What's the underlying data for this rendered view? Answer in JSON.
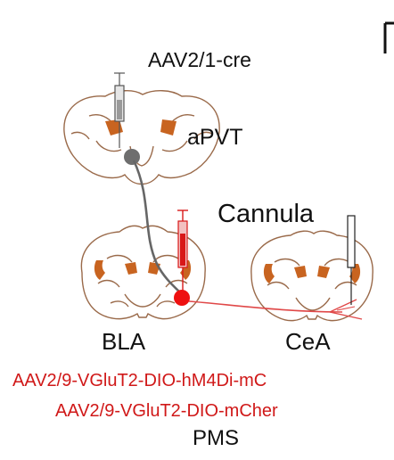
{
  "labels": {
    "virus_top": "AAV2/1-cre",
    "region_apvt": "aPVT",
    "cannula": "Cannula",
    "region_bla": "BLA",
    "region_cea": "CeA",
    "virus_hm4di": "AAV2/9-VGluT2-DIO-hM4Di-mC",
    "virus_mcherry": "AAV2/9-VGluT2-DIO-mCher",
    "condition": "PMS"
  },
  "colors": {
    "brain_outline": "#9a6a4a",
    "brain_fill_accent": "#c86420",
    "projection_gray": "#666666",
    "projection_red": "#e04848",
    "syringe_red": "#d81818",
    "label_red": "#d01818"
  }
}
